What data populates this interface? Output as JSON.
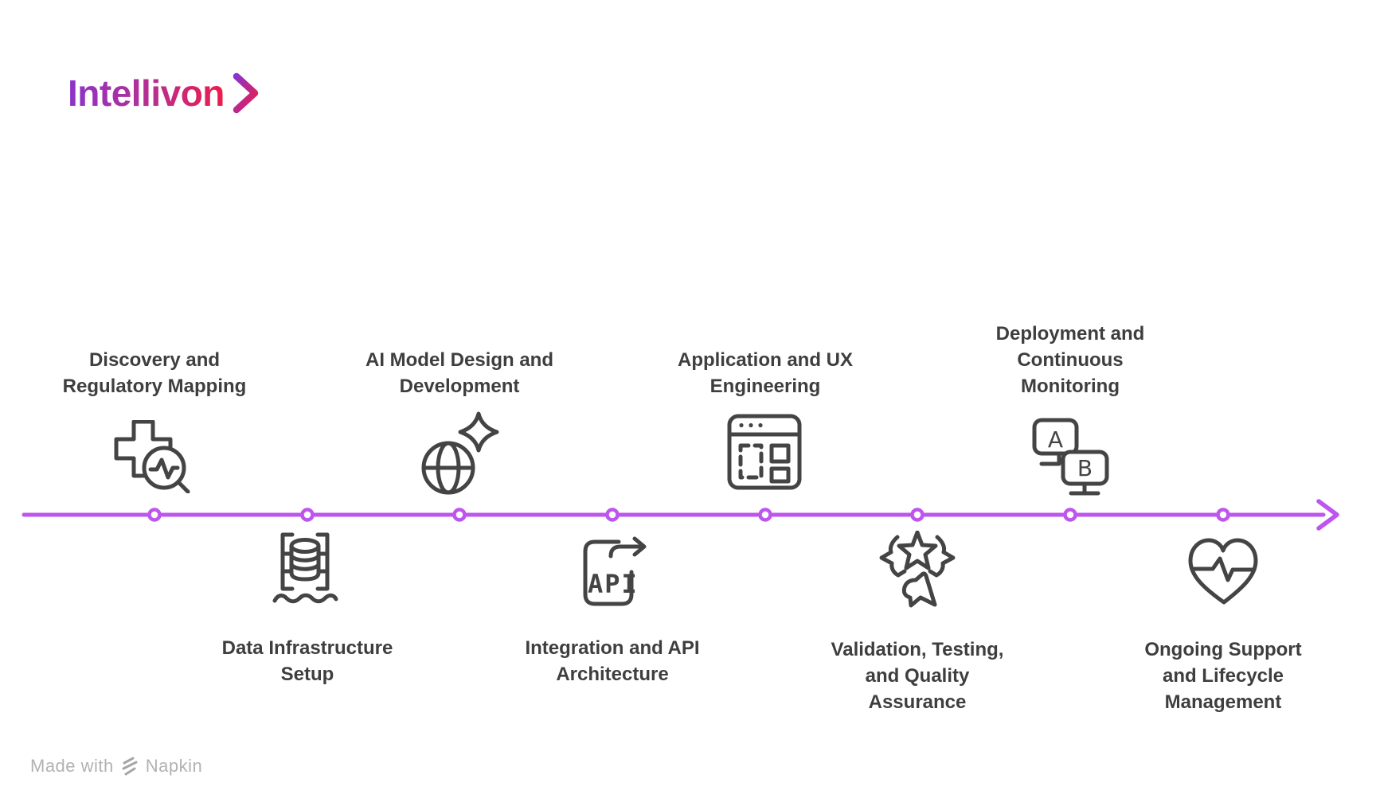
{
  "logo": {
    "text": "Intellivon",
    "chevron_icon": "chevron-right"
  },
  "colors": {
    "timeline": "#bd55ee",
    "icon_stroke": "#444444",
    "label_text": "#3e3e3e",
    "logo_gradient_start": "#8b34c9",
    "logo_gradient_end": "#ee1b4b",
    "footer_text": "#b2b2b2"
  },
  "milestones": [
    {
      "name": "discovery",
      "position": "above",
      "icon": "medical-cross-search-icon",
      "label": "Discovery and\nRegulatory Mapping"
    },
    {
      "name": "data-infrastructure",
      "position": "below",
      "icon": "database-infrastructure-icon",
      "label": "Data Infrastructure\nSetup"
    },
    {
      "name": "ai-model",
      "position": "above",
      "icon": "globe-sparkle-icon",
      "label": "AI Model Design and\nDevelopment"
    },
    {
      "name": "integration-api",
      "position": "below",
      "icon": "api-document-icon",
      "label": "Integration and API\nArchitecture"
    },
    {
      "name": "application-ux",
      "position": "above",
      "icon": "browser-window-icon",
      "label": "Application and UX\nEngineering"
    },
    {
      "name": "validation-testing",
      "position": "below",
      "icon": "stars-feedback-icon",
      "label": "Validation, Testing,\nand Quality\nAssurance"
    },
    {
      "name": "deployment",
      "position": "above",
      "icon": "ab-testing-monitors-icon",
      "label": "Deployment and\nContinuous\nMonitoring"
    },
    {
      "name": "ongoing-support",
      "position": "below",
      "icon": "heart-pulse-icon",
      "label": "Ongoing Support\nand Lifecycle\nManagement"
    }
  ],
  "icon_texts": {
    "api_label": "API",
    "ab_panel_a": "A",
    "ab_panel_b": "B"
  },
  "footer": {
    "made_with": "Made with",
    "brand": "Napkin"
  }
}
